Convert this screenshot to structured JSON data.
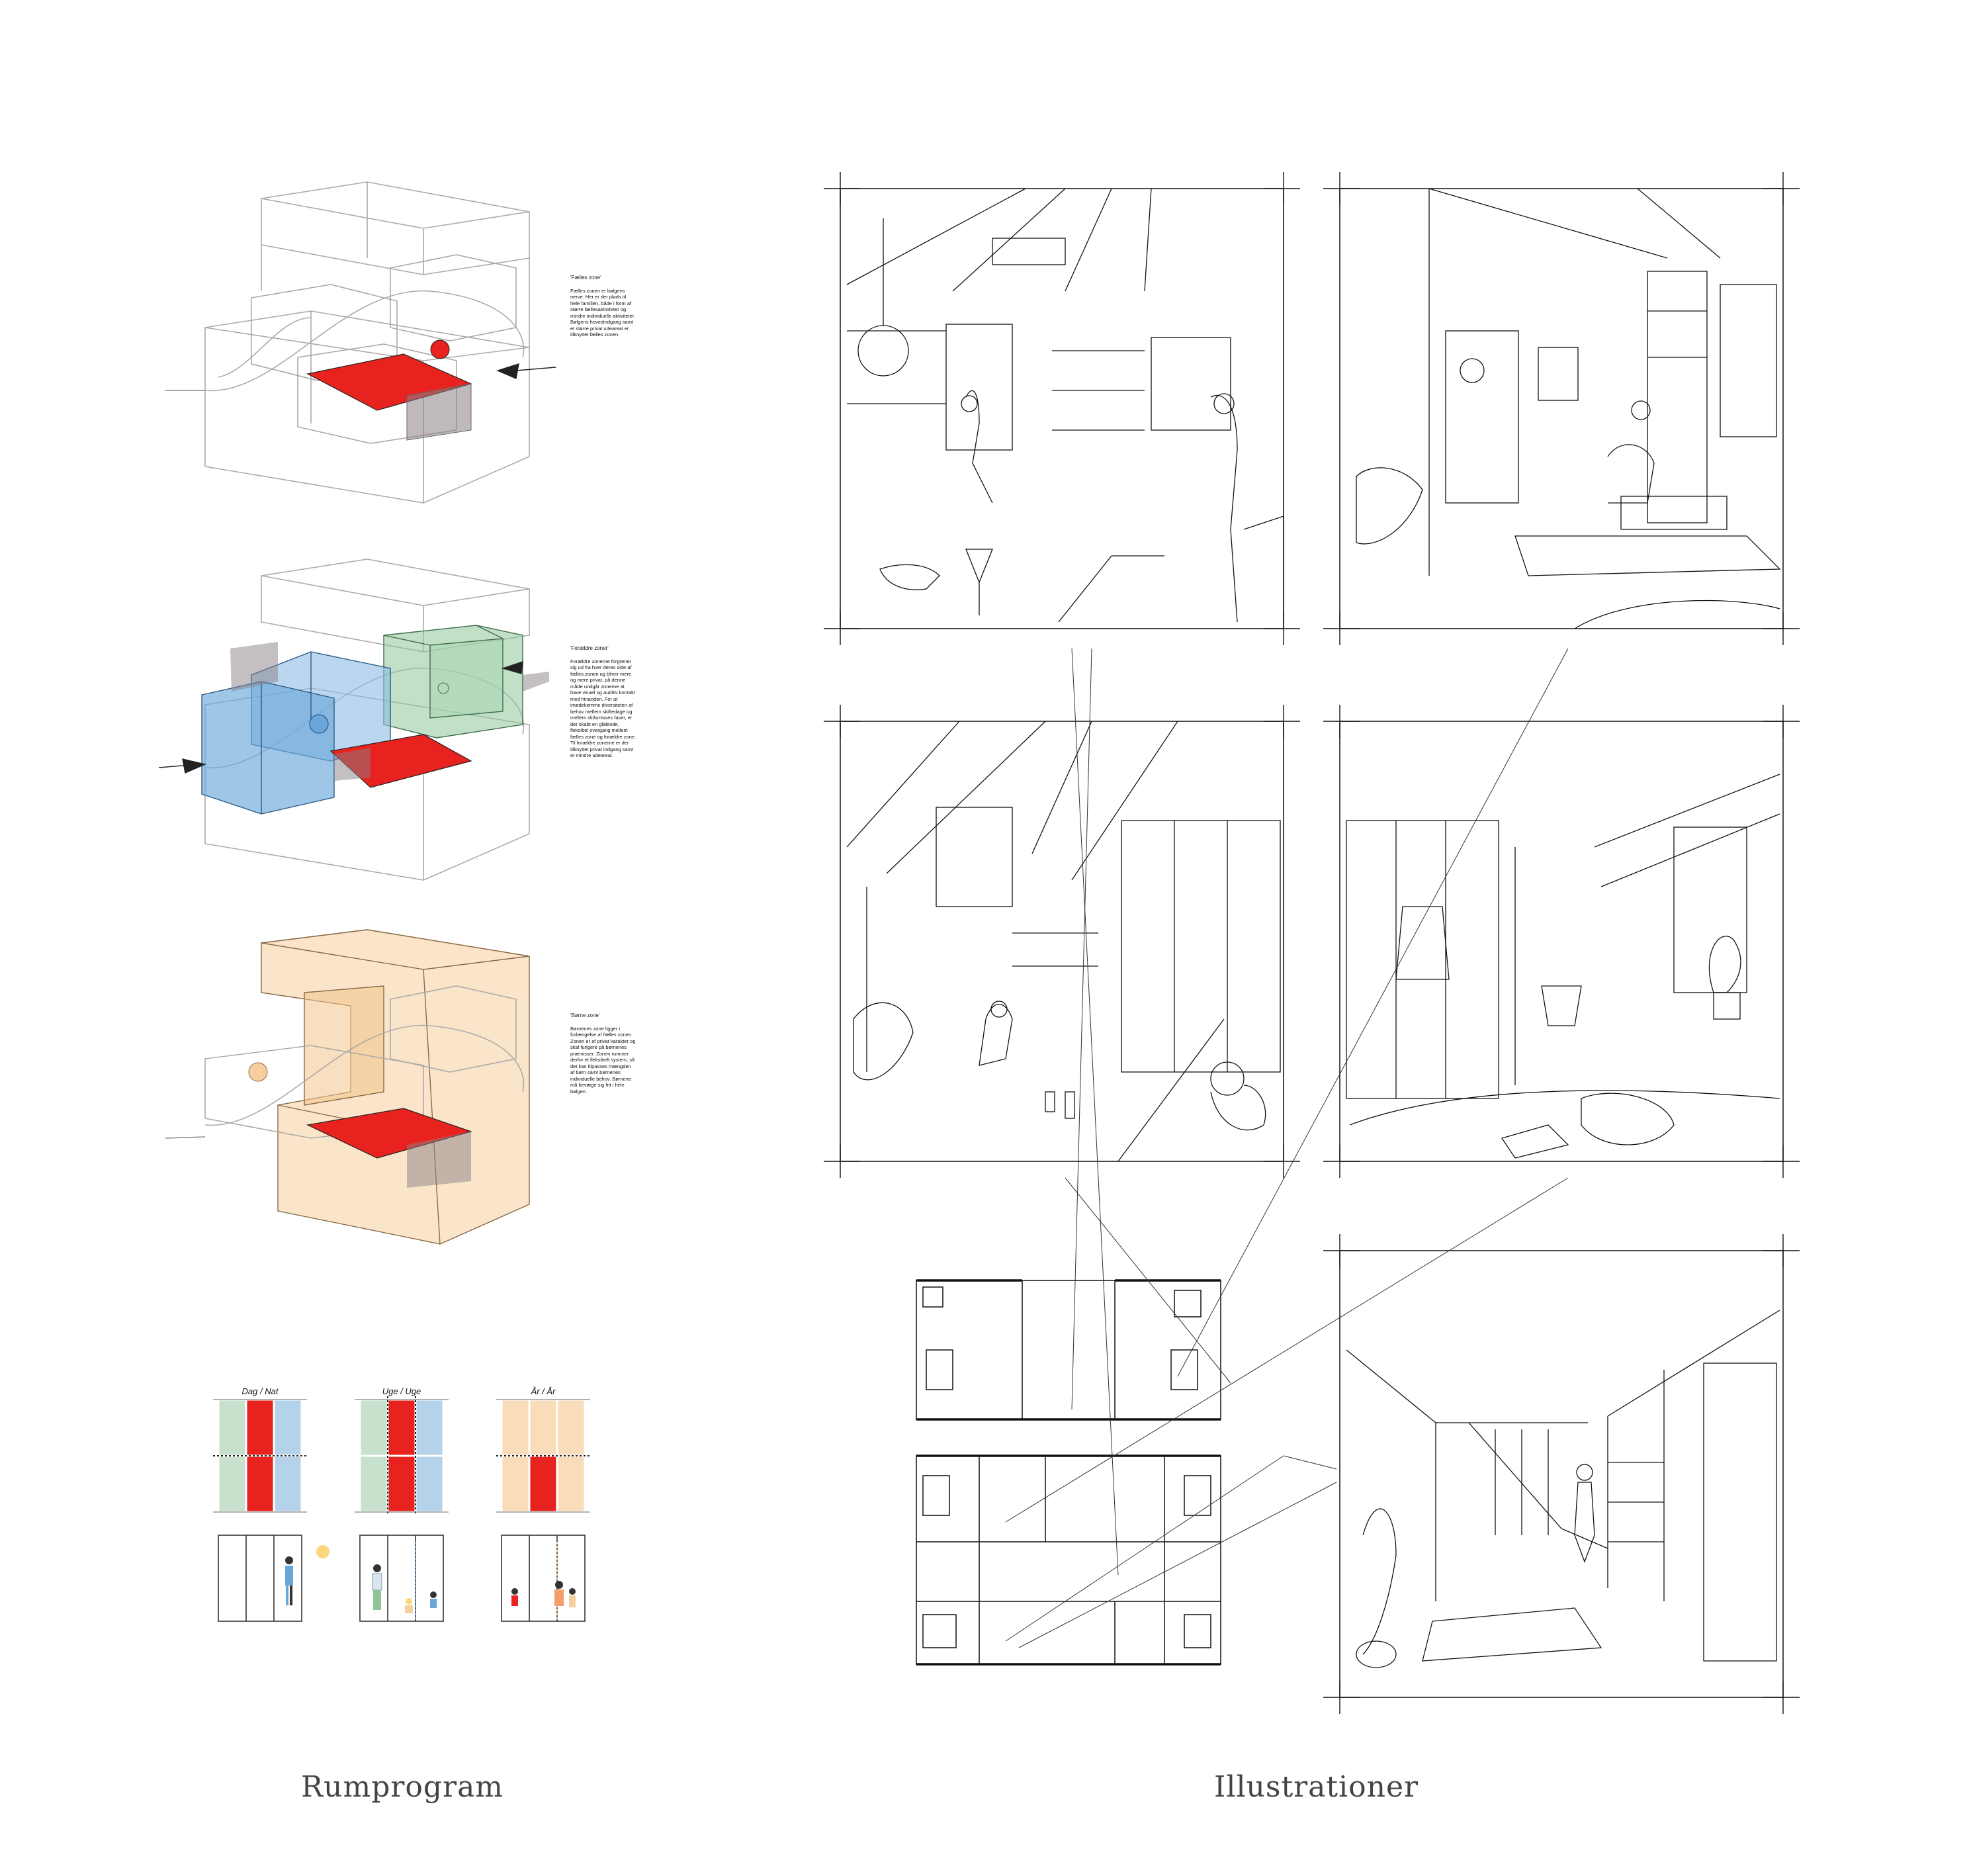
{
  "titles": {
    "left": "Rumprogram",
    "right": "Illustrationer"
  },
  "zones": [
    {
      "title": "'Fælles zone'",
      "text": "Fælles zonen er bølgens nerve. Her er der plads til hele familien, både i form af større fællesaktiviteter og mindre individuelle aktiviteter. Bølgens hovedindgang samt et større privat udeareal er tilknyttet fælles zonen."
    },
    {
      "title": "'Forældre zoner'",
      "text": "Forældre zonerne forgrener sig ud fra hver deres side af fælles zonen og bliver mere og mere privat, på denne måde undgår zonerne at have visuel og auditiv kontakt med hinanden. For at imødekomme diversiteten af behov mellem skiftedage og mellem skilsmisses faser, er der skabt en glidende, fleksibel overgang mellem fælles zone og forældre zone. Til forældre zonerne er der tilknyttet privat indgang samt et mindre udeareal."
    },
    {
      "title": "'Børne zone'",
      "text": "Børnenes zone ligger i forlængelse af fælles zonen. Zonen er af privat karakter og skal fungere på børnenes præmisser. Zonen rummer derfor et fleksibelt system, så det kan tilpasses mængden af børn samt børnenes individuelle behov. Børnene må bevæge sig frit i hele bølgen."
    }
  ],
  "grids": [
    {
      "label": "Dag / Nat"
    },
    {
      "label": "Uge / Uge"
    },
    {
      "label": "År / År"
    }
  ],
  "colors": {
    "red": "#e8231f",
    "blue": "#6aa7d8",
    "green": "#8fc49a",
    "orange": "#f6cf9e",
    "line": "#555555",
    "grey": "#9a9a9a"
  }
}
